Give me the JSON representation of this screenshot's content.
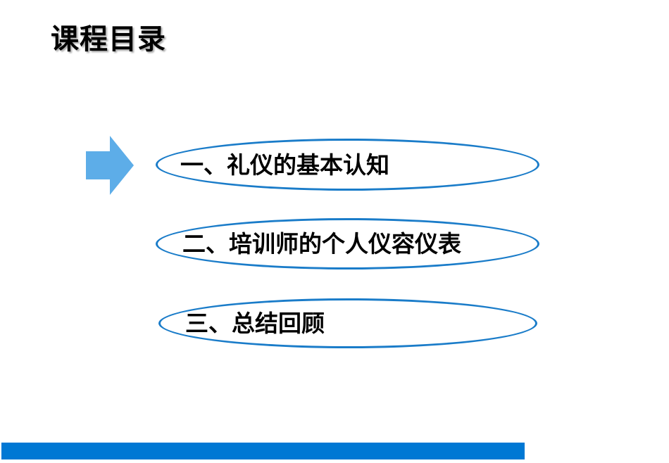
{
  "slide": {
    "title": "课程目录",
    "items": [
      {
        "label": "一、礼仪的基本认知",
        "current": true
      },
      {
        "label": "二、培训师的个人仪容仪表",
        "current": false
      },
      {
        "label": "三、总结回顾",
        "current": false
      }
    ],
    "colors": {
      "arrow": "#5dade8",
      "oval_border": "#1a7cc9",
      "bottom_bar": "#0078d4"
    },
    "icons": {
      "current_indicator": "right-arrow-icon"
    }
  }
}
